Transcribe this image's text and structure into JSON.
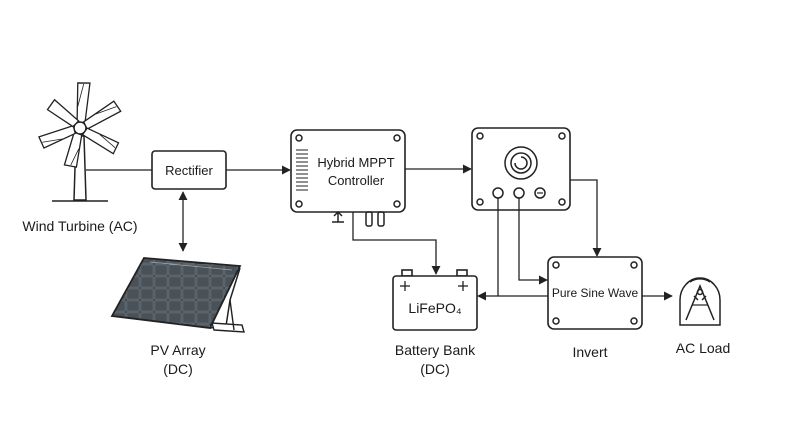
{
  "nodes": {
    "wind_turbine": {
      "label": "Wind Turbine (AC)"
    },
    "rectifier": {
      "label": "Rectifier"
    },
    "pv_array": {
      "label_line1": "PV Array",
      "label_line2": "(DC)"
    },
    "mppt": {
      "label_line1": "Hybrid MPPT",
      "label_line2": "Controller"
    },
    "battery": {
      "inner_label": "LiFePO₄",
      "label_line1": "Battery Bank",
      "label_line2": "(DC)"
    },
    "inverter": {
      "inner_label": "Pure Sine Wave",
      "label": "Invert"
    },
    "ac_load": {
      "label": "AC Load"
    }
  },
  "icons": {
    "turbine": "wind-turbine-icon",
    "solar": "solar-panel-icon",
    "meter": "monitor-display-icon",
    "load": "ac-load-icon"
  },
  "colors": {
    "line": "#222222",
    "background": "#ffffff",
    "panel": "#3a3f44"
  }
}
